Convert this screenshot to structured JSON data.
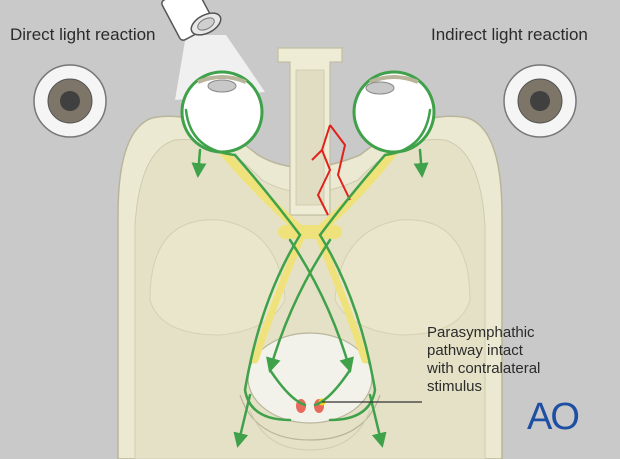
{
  "labels": {
    "direct": "Direct light reaction",
    "indirect": "Indirect light reaction",
    "pathway_lines": [
      "Parasymphathic",
      "pathway intact",
      "with contralateral",
      "stimulus"
    ]
  },
  "logo": {
    "text": "AO"
  },
  "colors": {
    "background": "#c9c9c9",
    "bone": "#ece9d2",
    "bone_shadow": "#dad6b6",
    "eye_white": "#ffffff",
    "pupil": "#404040",
    "iris": "#7d7568",
    "green_pathway": "#3fa14a",
    "yellow_nerve": "#f0e27a",
    "fracture": "#e0221b",
    "logo": "#1f4fa3"
  },
  "icons": [
    "flashlight-icon",
    "arrow-icon"
  ]
}
